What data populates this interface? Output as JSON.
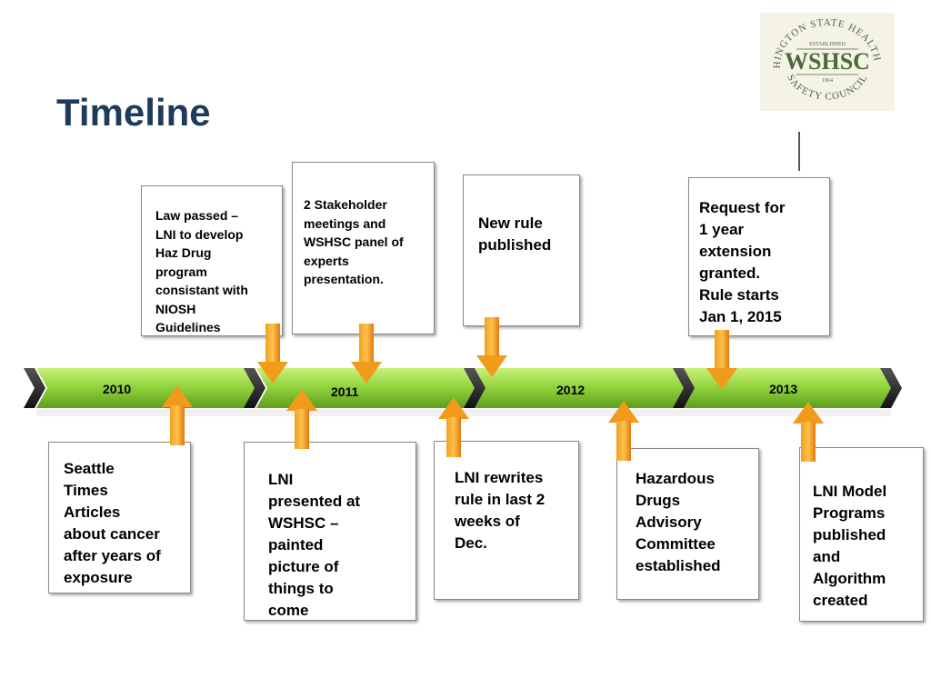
{
  "title": "Timeline",
  "logo": {
    "ring_text": "WASHINGTON STATE HEALTHCARE SAFETY COUNCIL",
    "established": "ESTABLISHED",
    "abbrev": "WSHSC",
    "year": "1964"
  },
  "years": [
    "2010",
    "2011",
    "2012",
    "2013"
  ],
  "boxes_above": [
    {
      "text": "Law passed –\nLNI to develop\nHaz Drug\nprogram\nconsistant with\nNIOSH\nGuidelines"
    },
    {
      "text": "2 Stakeholder\nmeetings  and\nWSHSC panel of\nexperts\npresentation."
    },
    {
      "text": "New rule\npublished"
    },
    {
      "text": "Request for\n1 year\nextension\ngranted.\nRule starts\nJan 1, 2015"
    }
  ],
  "boxes_below": [
    {
      "text": "Seattle\nTimes\nArticles\nabout cancer\nafter years of\nexposure"
    },
    {
      "text": "LNI\npresented at\nWSHSC –\npainted\npicture of\nthings to\ncome"
    },
    {
      "text": "LNI rewrites\nrule in last 2\nweeks of\nDec."
    },
    {
      "text": "Hazardous\nDrugs\nAdvisory\nCommittee\nestablished"
    },
    {
      "text": "LNI Model\nPrograms\npublished\nand\nAlgorithm\ncreated"
    }
  ],
  "colors": {
    "title": "#1f3b5b",
    "timeline_green": "#8fd13a",
    "timeline_dark": "#222222",
    "arrow_orange": "#f5a623",
    "logo_green": "#4a6b3a"
  }
}
